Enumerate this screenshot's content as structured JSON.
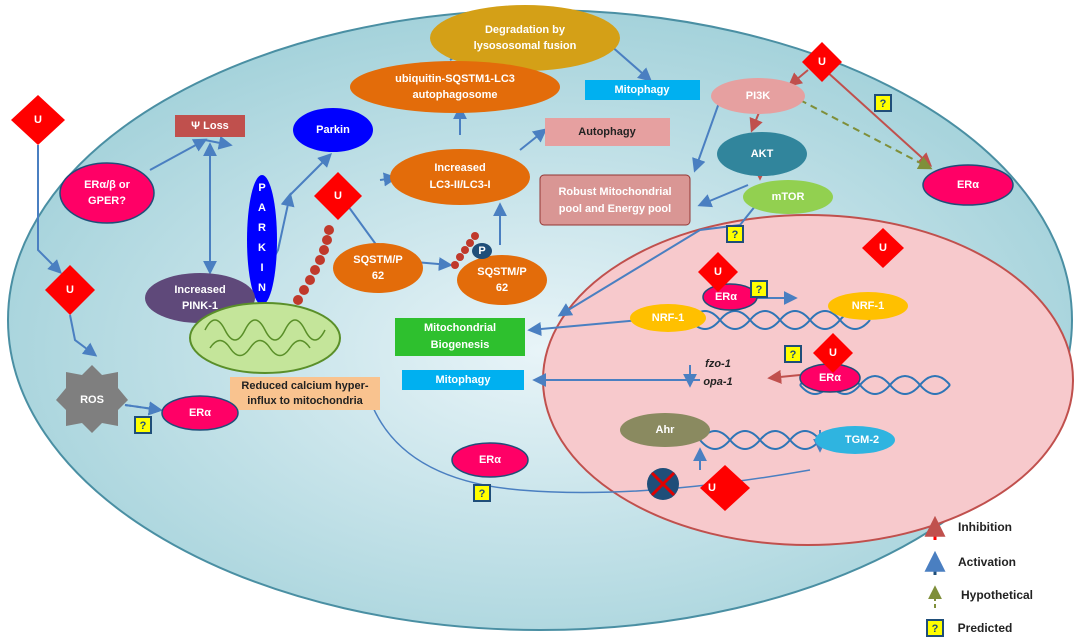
{
  "nodes": {
    "degradation": {
      "line1": "Degradation by",
      "line2": "lysososomal fusion"
    },
    "ubiquitin": {
      "line1": "ubiquitin-SQSTM1-LC3",
      "line2": "autophagosome"
    },
    "mitophagy_top": "Mitophagy",
    "mitophagy_bottom": "Mitophagy",
    "autophagy": "Autophagy",
    "pi3k": "PI3K",
    "akt": "AKT",
    "mtor": "mTOR",
    "era": "ERα",
    "robust": {
      "line1": "Robust Mitochondrial",
      "line2": "pool and Energy pool"
    },
    "lc3": {
      "line1": "Increased",
      "line2": "LC3-II/LC3-I"
    },
    "psi_loss": "Ψ Loss",
    "parkin": "Parkin",
    "era_gper": {
      "line1": "ERα/β or",
      "line2": "GPER?"
    },
    "parkin_letters": [
      "P",
      "A",
      "R",
      "K",
      "I",
      "N"
    ],
    "pink1": {
      "line1": "Increased",
      "line2": "PINK-1"
    },
    "sqstm": {
      "line1": "SQSTM/P",
      "line2": "62"
    },
    "phospho": "P",
    "biogenesis": {
      "line1": "Mitochondrial",
      "line2": "Biogenesis"
    },
    "calcium": {
      "line1": "Reduced calcium hyper-",
      "line2": "influx to mitochondria"
    },
    "ros": "ROS",
    "nrf1": "NRF-1",
    "fzo1": "fzo-1",
    "opa1": "opa-1",
    "ahr": "Ahr",
    "tgm2": "TGM-2",
    "u": "U",
    "q": "?"
  },
  "legend": {
    "inhibition": "Inhibition",
    "activation": "Activation",
    "hypothetical": "Hypothetical",
    "predicted": "Predicted"
  },
  "colors": {
    "cell": "#9ecfd8",
    "nucleus": "#f7c9cc",
    "estrogen_receptor": "#ff0066",
    "u_diamond": "#ff0000",
    "activation": "#1f4e79",
    "inhibition": "#ff0000",
    "hypothetical": "#7f8f3a",
    "predicted": "#ffff00"
  }
}
